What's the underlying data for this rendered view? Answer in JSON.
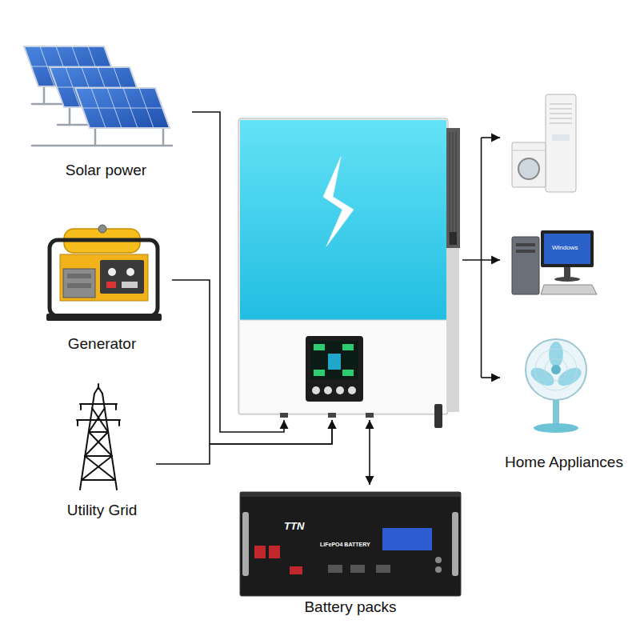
{
  "diagram": {
    "nodes": [
      {
        "text": [
          "Solar power"
        ]
      },
      {
        "text": [
          "Generator"
        ]
      },
      {
        "text": [
          "Utility Grid"
        ]
      },
      {
        "text": []
      },
      {
        "text": [
          "Home Appliances"
        ]
      },
      {
        "text": [
          "Battery packs"
        ]
      }
    ],
    "edges": [
      {
        "from": 0,
        "to": 3,
        "arrow": "to"
      },
      {
        "from": 1,
        "to": 3,
        "arrow": "to"
      },
      {
        "from": 2,
        "to": 3,
        "arrow": "to"
      },
      {
        "from": 3,
        "to": 4,
        "arrow": "to"
      },
      {
        "from": 3,
        "to": 5,
        "arrow": "both"
      }
    ],
    "labels": [
      "Windows",
      "TTN",
      "LiFePO4 BATTERY"
    ]
  }
}
